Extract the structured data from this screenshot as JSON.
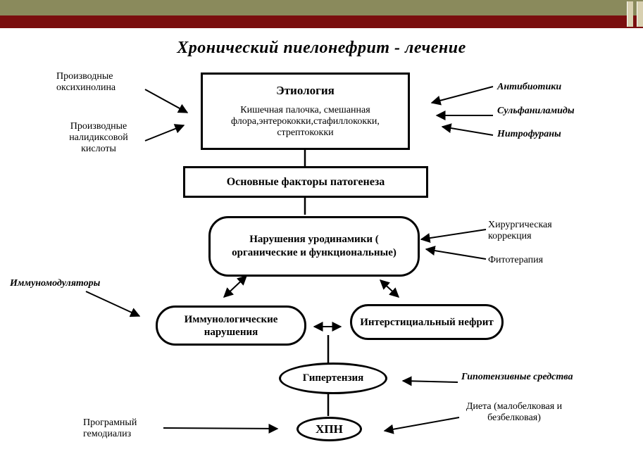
{
  "title": "Хронический пиелонефрит - лечение",
  "etiology": {
    "heading": "Этиология",
    "body": "Кишечная палочка, смешанная флора,энтерококки,стафиллококки, стрептококки"
  },
  "pathogenesis": "Основные факторы патогенеза",
  "urodynamics": "Нарушения уродинамики ( органические и функциональные)",
  "immune": "Иммунологические нарушения",
  "nephritis": "Интерстициальный нефрит",
  "hypertension": "Гипертензия",
  "ckd": "ХПН",
  "left_labels": {
    "oxyquinoline": "Производные оксихинолина",
    "nalidixic": "Производные налидиксовой кислоты",
    "immunomodulators": "Иммуномодуляторы",
    "hemodialysis": "Програмный гемодиализ"
  },
  "right_labels": {
    "antibiotics": "Антибиотики",
    "sulfonamides": "Сульфаниламиды",
    "nitrofurans": "Нитрофураны",
    "surgery": "Хирургическая коррекция",
    "phyto": "Фитотерапия",
    "antihypertensive": "Гипотензивные средства",
    "diet": "Диета (малобелковая и безбелковая)"
  },
  "colors": {
    "olive": "#8a8a5c",
    "maroon": "#7a0e0e"
  }
}
